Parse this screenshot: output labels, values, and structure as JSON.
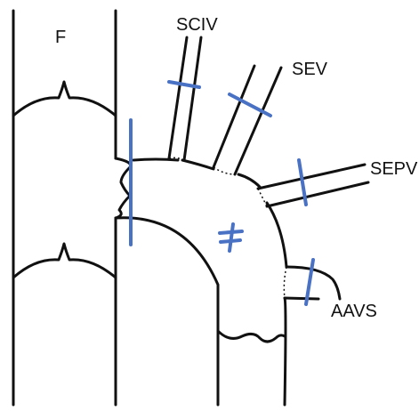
{
  "labels": {
    "femoral": "F",
    "sciv": "SCIV",
    "sev": "SEV",
    "sepv": "SEPV",
    "aavs": "AAVS"
  },
  "colors": {
    "line": "#111111",
    "ligature": "#4a72c4"
  }
}
